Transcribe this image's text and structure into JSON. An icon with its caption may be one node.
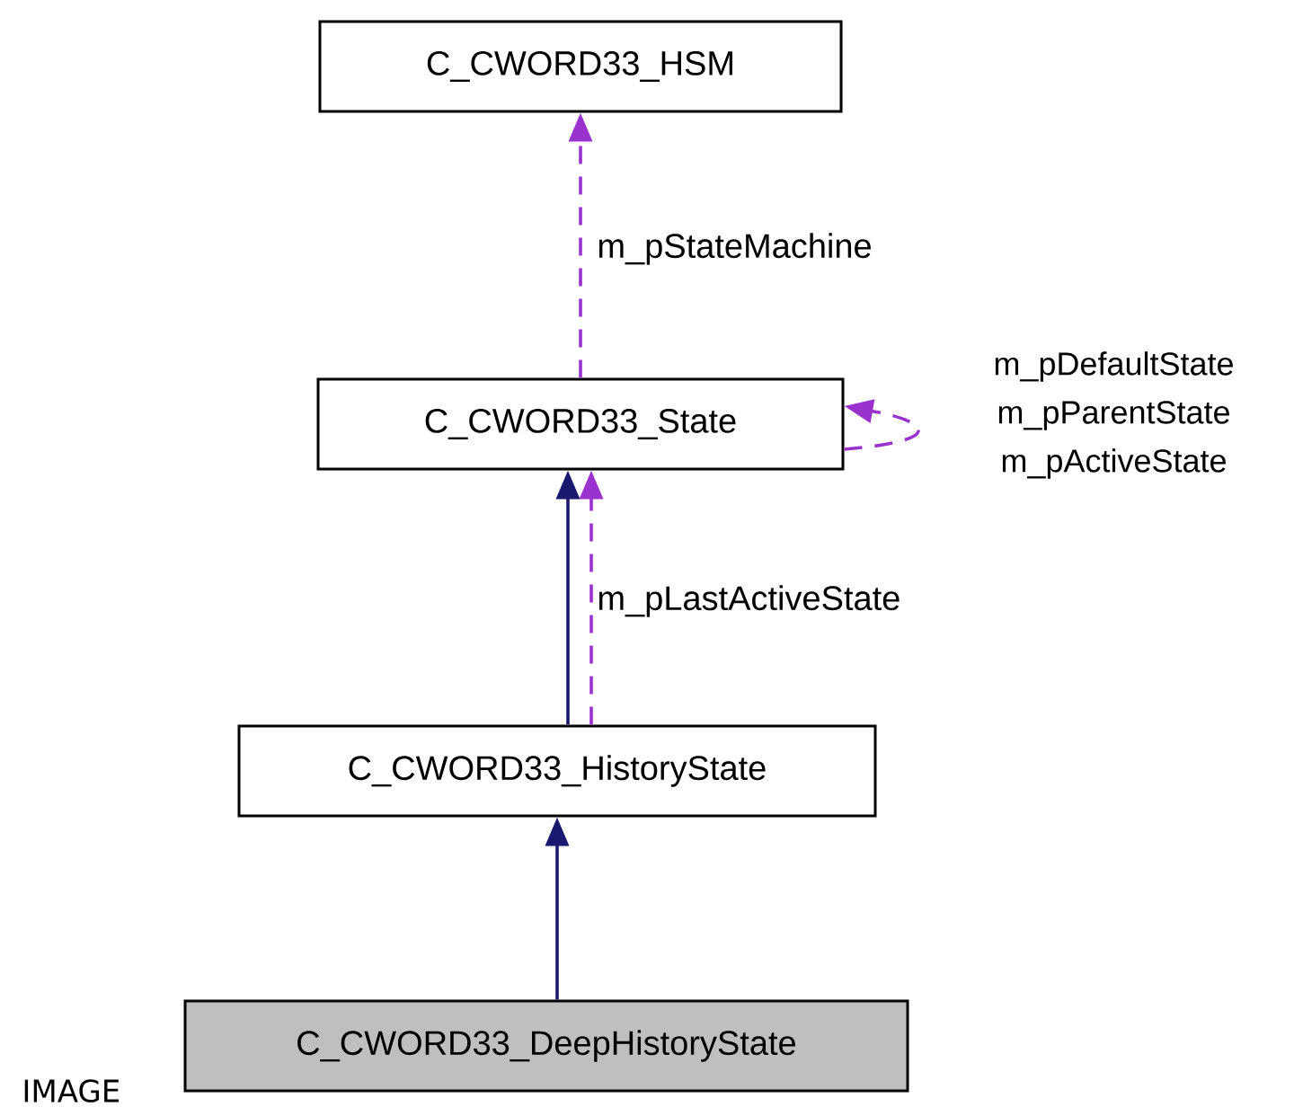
{
  "diagram": {
    "nodes": [
      {
        "text": [
          "C_CWORD33_HSM"
        ]
      },
      {
        "text": [
          "C_CWORD33_State"
        ]
      },
      {
        "text": [
          "C_CWORD33_HistoryState"
        ]
      },
      {
        "text": [
          "C_CWORD33_DeepHistoryState"
        ]
      }
    ],
    "edges": [
      {
        "from": 1,
        "to": 0,
        "arrow": "to",
        "label": "m_pStateMachine",
        "style": "dashed",
        "color": "#9a32cd"
      },
      {
        "from": 1,
        "to": 1,
        "arrow": "to",
        "label": "m_pDefaultState m_pParentState m_pActiveState",
        "style": "dashed",
        "color": "#9a32cd"
      },
      {
        "from": 2,
        "to": 1,
        "arrow": "to",
        "color": "#191970"
      },
      {
        "from": 2,
        "to": 1,
        "arrow": "to",
        "label": "m_pLastActiveState",
        "style": "dashed",
        "color": "#9a32cd"
      },
      {
        "from": 3,
        "to": 2,
        "arrow": "to",
        "color": "#191970"
      }
    ],
    "labels": [
      "IMAGE"
    ]
  }
}
